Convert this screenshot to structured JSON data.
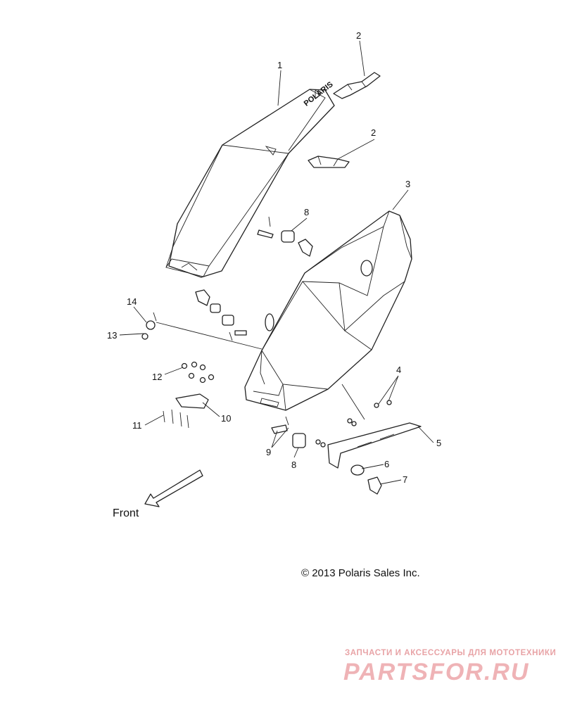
{
  "callouts": [
    "1",
    "2",
    "2",
    "3",
    "4",
    "5",
    "6",
    "7",
    "8",
    "8",
    "9",
    "10",
    "11",
    "12",
    "13",
    "14"
  ],
  "front_label": "Front",
  "copyright": "© 2013 Polaris Sales Inc.",
  "logo_text": "POLARIS",
  "watermark": {
    "tagline": "ЗАПЧАСТИ И АКСЕССУАРЫ ДЛЯ МОТОТЕХНИКИ",
    "brand": "PARTSFOR.RU"
  },
  "colors": {
    "line": "#222222",
    "watermark": "#efb3b6"
  }
}
